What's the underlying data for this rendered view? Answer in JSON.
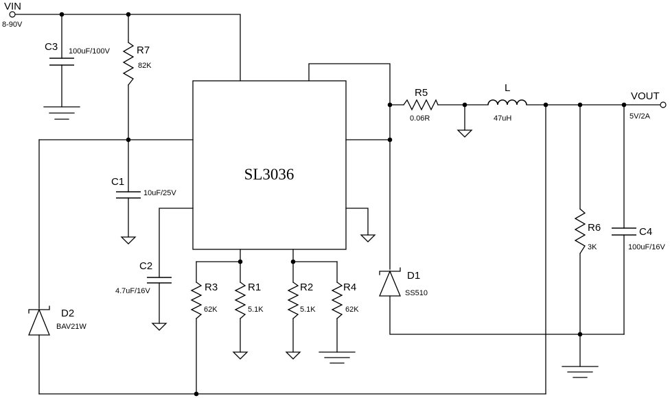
{
  "ic": {
    "name": "SL3036"
  },
  "input": {
    "label": "VIN",
    "range": "8-90V"
  },
  "output": {
    "label": "VOUT",
    "rating": "5V/2A"
  },
  "components": {
    "C3": {
      "ref": "C3",
      "value": "100uF/100V"
    },
    "R7": {
      "ref": "R7",
      "value": "82K"
    },
    "C1": {
      "ref": "C1",
      "value": "10uF/25V"
    },
    "C2": {
      "ref": "C2",
      "value": "4.7uF/16V"
    },
    "R3": {
      "ref": "R3",
      "value": "62K"
    },
    "R1": {
      "ref": "R1",
      "value": "5.1K"
    },
    "R2": {
      "ref": "R2",
      "value": "5.1K"
    },
    "R4": {
      "ref": "R4",
      "value": "62K"
    },
    "D2": {
      "ref": "D2",
      "value": "BAV21W"
    },
    "D1": {
      "ref": "D1",
      "value": "SS510"
    },
    "R5": {
      "ref": "R5",
      "value": "0.06R"
    },
    "L": {
      "ref": "L",
      "value": "47uH"
    },
    "R6": {
      "ref": "R6",
      "value": "3K"
    },
    "C4": {
      "ref": "C4",
      "value": "100uF/16V"
    }
  }
}
